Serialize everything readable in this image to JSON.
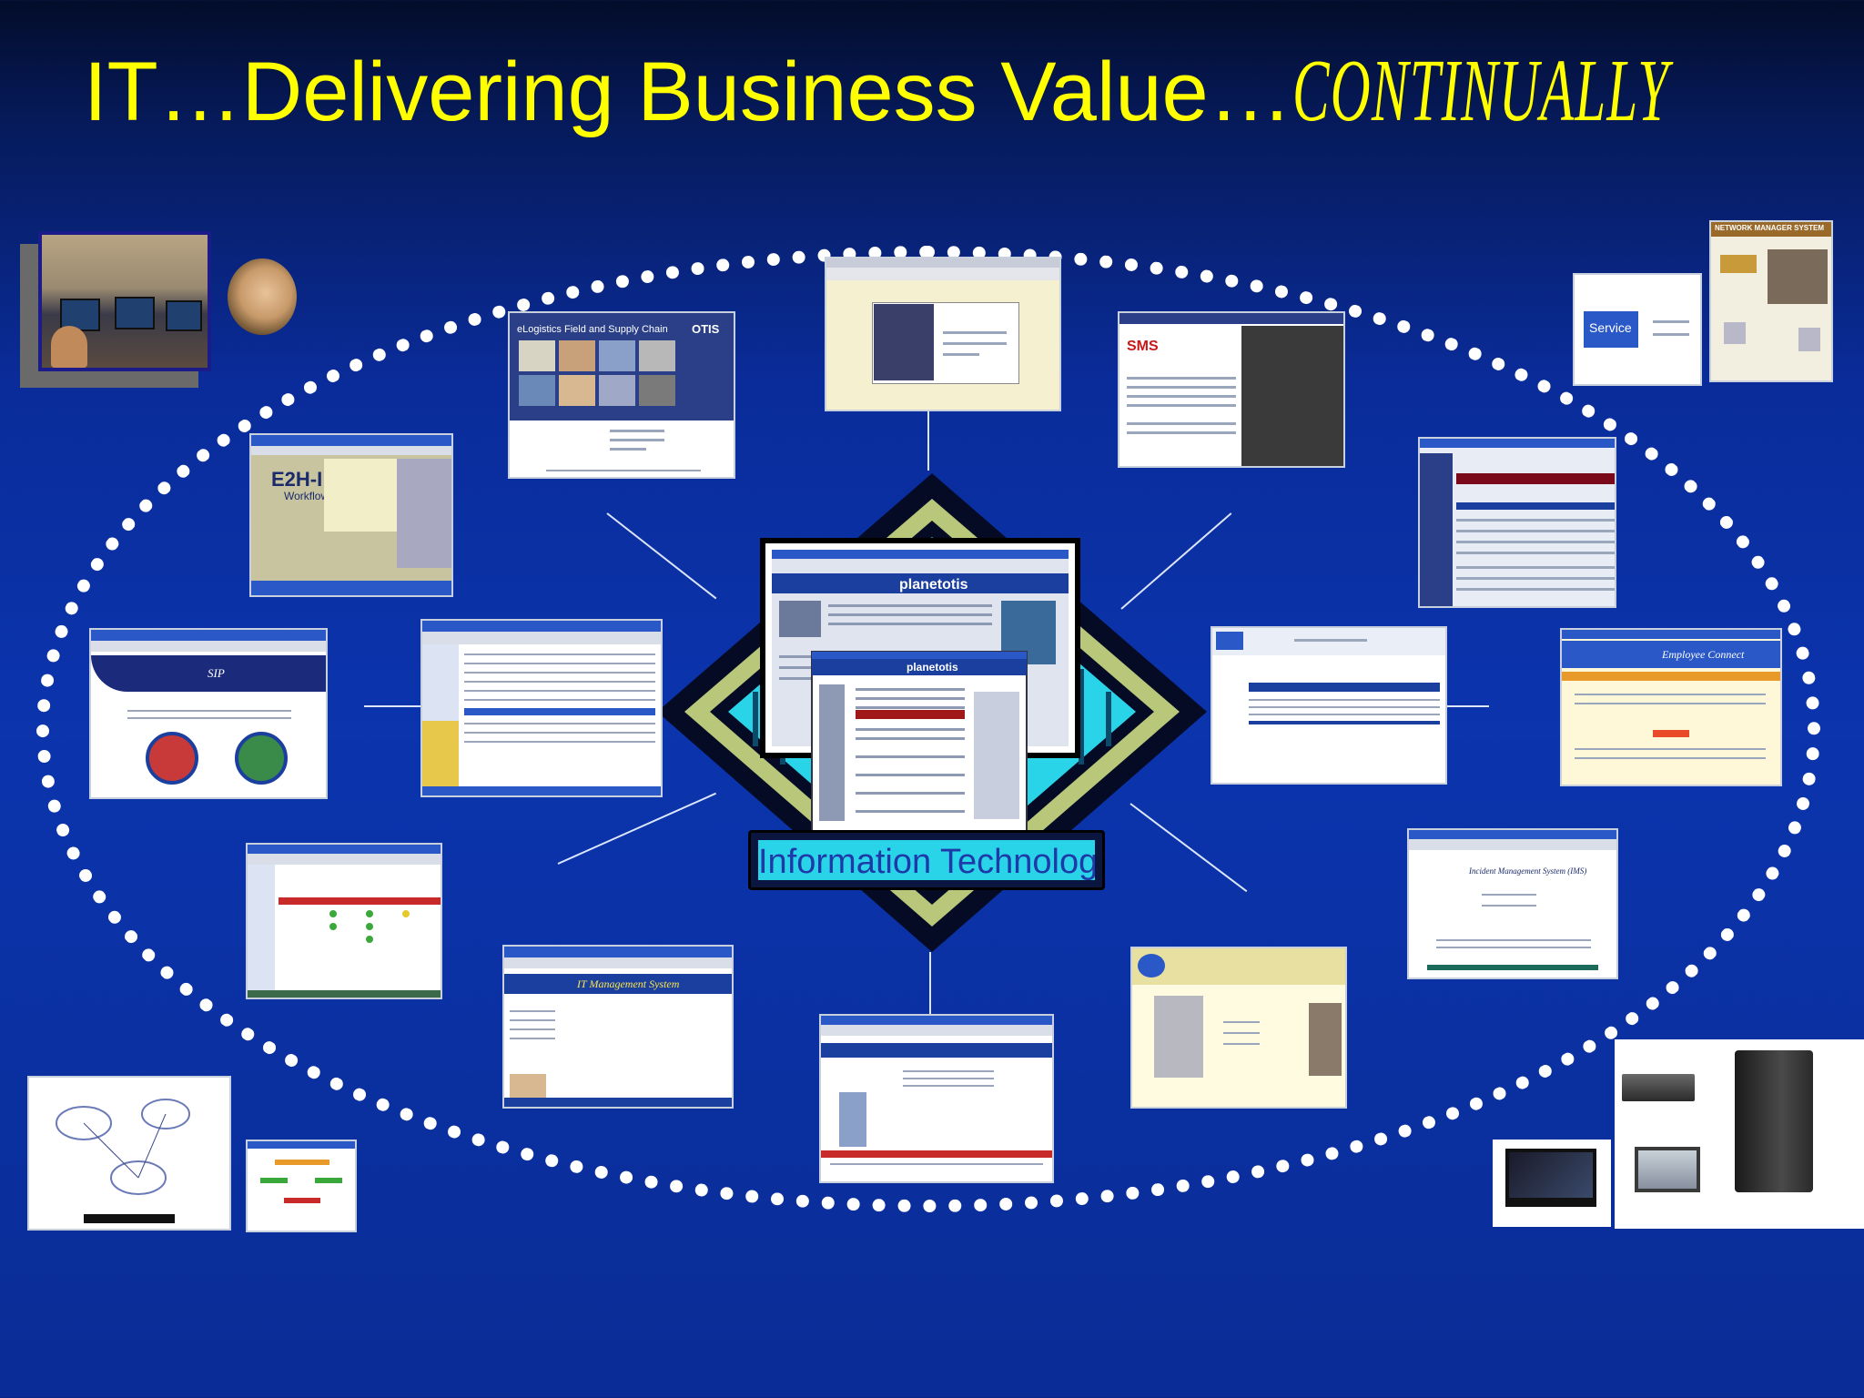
{
  "slide": {
    "title_main": "IT…Delivering Business Value…",
    "title_emphasis": "CONTINUALLY",
    "center_label": "Information Technology"
  },
  "screens": {
    "elogistics_title": "eLogistics Field and Supply Chain",
    "elogistics_logo": "OTIS",
    "e2h_logo": "E2H-I",
    "e2h_sub": "Workflow",
    "sms_logo": "SMS",
    "sip_title": "SIP",
    "planetotis": "planetotis",
    "employee_connect": "Employee Connect",
    "incident_title": "Incident Management System (IMS)",
    "it_management": "IT Management System",
    "network_title": "NETWORK MANAGER SYSTEM",
    "service_logo": "Service"
  },
  "colors": {
    "title": "#ffff00",
    "ellipse": "#ffffff",
    "diamond_cyan": "#2ad4e8",
    "diamond_olive": "#b8c77a",
    "background": "#0b34ad"
  }
}
